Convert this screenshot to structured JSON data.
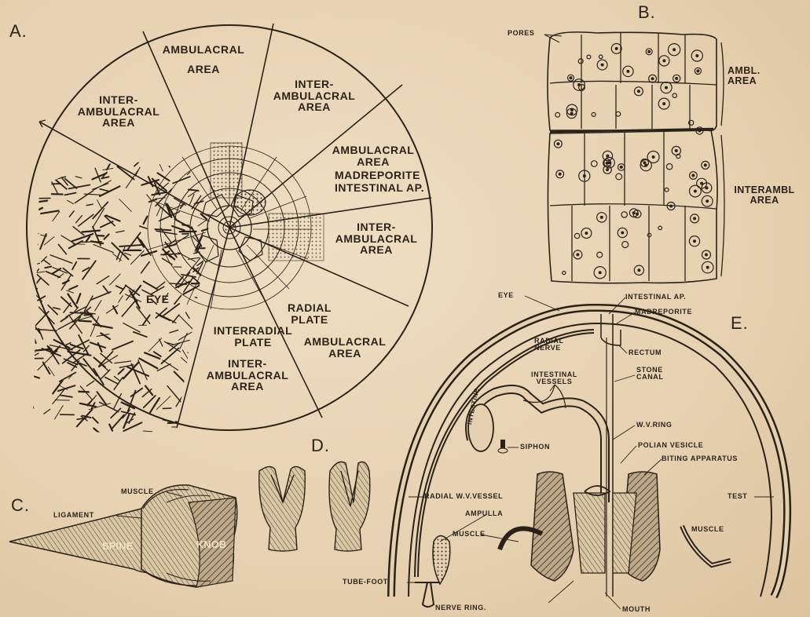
{
  "figures": {
    "a": "A.",
    "b": "B.",
    "c": "C.",
    "d": "D.",
    "e": "E."
  },
  "fig_a": {
    "ambulacral_area_top": [
      "AMBULACRAL",
      "AREA"
    ],
    "inter_ambulacral_upper_right": [
      "INTER-",
      "AMBULACRAL",
      "AREA"
    ],
    "inter_ambulacral_upper_left": [
      "INTER-",
      "AMBULACRAL",
      "AREA"
    ],
    "ambulacral_area_right": [
      "AMBULACRAL",
      "AREA"
    ],
    "madreporite": "MADREPORITE",
    "intestinal_ap": "INTESTINAL AP.",
    "inter_ambulacral_right": [
      "INTER-",
      "AMBULACRAL",
      "AREA"
    ],
    "eye": "EYE",
    "radial_plate": [
      "RADIAL",
      "PLATE"
    ],
    "interradial_plate": [
      "INTERRADIAL",
      "PLATE"
    ],
    "ambulacral_area_lower": [
      "AMBULACRAL",
      "AREA"
    ],
    "inter_ambulacral_bottom": [
      "INTER-",
      "AMBULACRAL",
      "AREA"
    ]
  },
  "fig_b": {
    "pores": "PORES",
    "ambl_area": [
      "AMBL.",
      "AREA"
    ],
    "interambl_area": [
      "INTERAMBL",
      "AREA"
    ]
  },
  "fig_c": {
    "muscle": "MUSCLE",
    "ligament": "LIGAMENT",
    "spine": "SPINE",
    "knob": "KNOB"
  },
  "fig_e": {
    "eye": "EYE",
    "intestinal_ap": "INTESTINAL AP.",
    "madreporite": "MADREPORITE",
    "radial_nerve": [
      "RADIAL",
      "NERVE"
    ],
    "rectum": "RECTUM",
    "stone_canal": [
      "STONE",
      "CANAL"
    ],
    "intestinal_vessels": [
      "INTESTINAL",
      "VESSELS"
    ],
    "intestine": "INTESTINE",
    "siphon": "SIPHON",
    "wv_ring": "W.V.RING",
    "polian_vesicle": "POLIAN VESICLE",
    "biting_apparatus": "BITING APPARATUS",
    "radial_wv_vessel": "RADIAL W.V.VESSEL",
    "ampulla": "AMPULLA",
    "muscle_left": "MUSCLE",
    "test": "TEST",
    "muscle_right": "MUSCLE",
    "tube_foot": "TUBE-FOOT",
    "nerve_ring": "NERVE RING.",
    "mouth": "MOUTH"
  }
}
